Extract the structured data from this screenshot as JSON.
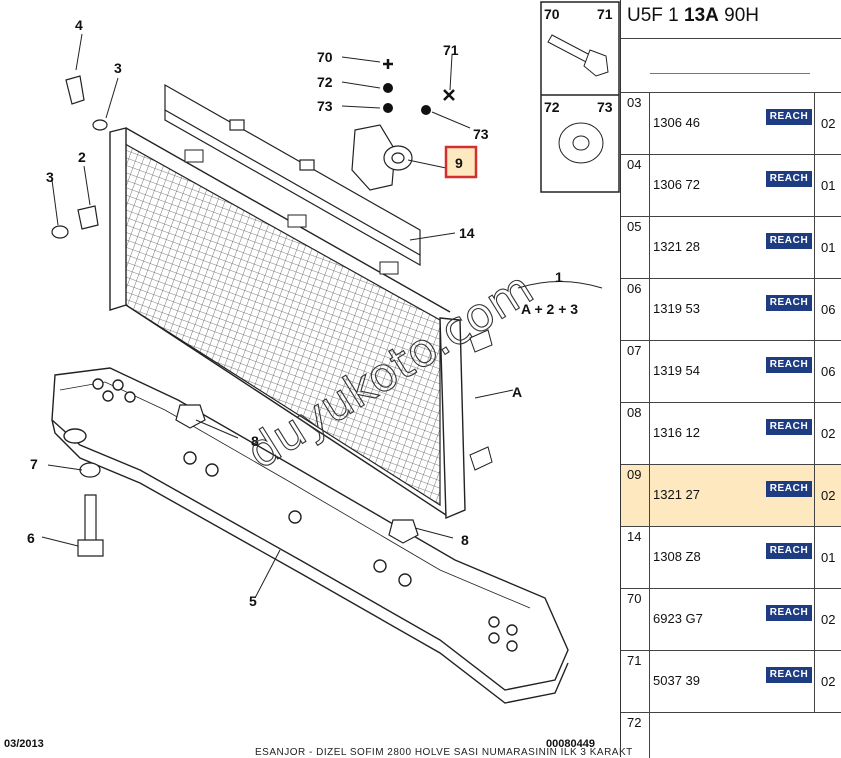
{
  "diagram": {
    "callouts": {
      "c70": "70",
      "c72": "72",
      "c73a": "73",
      "c71": "71",
      "c73b": "73",
      "c9": "9",
      "c14": "14",
      "c4": "4",
      "c3a": "3",
      "c2": "2",
      "c3b": "3",
      "c1": "1",
      "formula": "A + 2 + 3",
      "cA": "A",
      "c8a": "8",
      "c8b": "8",
      "c7": "7",
      "c6": "6",
      "c5": "5"
    },
    "inset": {
      "top_left": "70",
      "top_right": "71",
      "bottom_left": "72",
      "bottom_right": "73"
    },
    "watermark": "duyukoto.com"
  },
  "footer": {
    "date": "03/2013",
    "reference": "00080449",
    "note": "ESANJOR - DIZEL SOFIM 2800 HOLVE SASI NUMARASININ ILK 3 KARAKT"
  },
  "panel": {
    "header_prefix": "U5F 1 ",
    "header_bold": "13A",
    "header_suffix": " 90H",
    "rows": [
      {
        "idx": "03",
        "code": "1306 46",
        "badge": "REACH",
        "qty": "02",
        "selected": false
      },
      {
        "idx": "04",
        "code": "1306 72",
        "badge": "REACH",
        "qty": "01",
        "selected": false
      },
      {
        "idx": "05",
        "code": "1321 28",
        "badge": "REACH",
        "qty": "01",
        "selected": false
      },
      {
        "idx": "06",
        "code": "1319 53",
        "badge": "REACH",
        "qty": "06",
        "selected": false
      },
      {
        "idx": "07",
        "code": "1319 54",
        "badge": "REACH",
        "qty": "06",
        "selected": false
      },
      {
        "idx": "08",
        "code": "1316 12",
        "badge": "REACH",
        "qty": "02",
        "selected": false
      },
      {
        "idx": "09",
        "code": "1321 27",
        "badge": "REACH",
        "qty": "02",
        "selected": true
      },
      {
        "idx": "14",
        "code": "1308 Z8",
        "badge": "REACH",
        "qty": "01",
        "selected": false
      },
      {
        "idx": "70",
        "code": "6923 G7",
        "badge": "REACH",
        "qty": "02",
        "selected": false
      },
      {
        "idx": "71",
        "code": "5037 39",
        "badge": "REACH",
        "qty": "02",
        "selected": false
      },
      {
        "idx": "72",
        "code": "",
        "badge": "",
        "qty": "",
        "selected": false
      }
    ]
  },
  "colors": {
    "highlight": "#fde8bf",
    "badge": "#1e3c82",
    "callout_box": "#d32f2f"
  }
}
